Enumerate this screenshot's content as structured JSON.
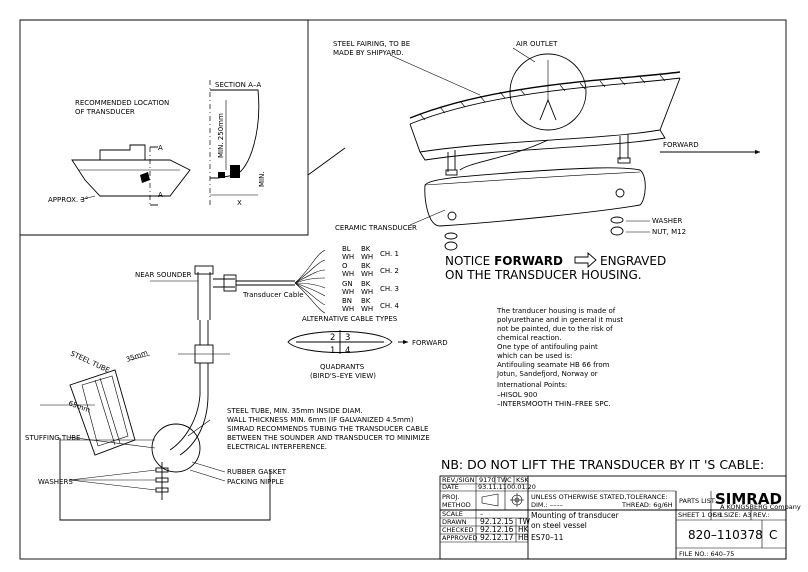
{
  "labels": {
    "steel_fairing": [
      "STEEL FAIRING, TO BE",
      "MADE BY SHIPYARD."
    ],
    "air_outlet": "AIR OUTLET",
    "section": "SECTION A–A",
    "recommended": [
      "RECOMMENDED LOCATION",
      "OF TRANSDUCER"
    ],
    "approx": "APPROX. 3°",
    "marker_a": "A",
    "dim_250": "MIN. 250mm",
    "dim_min": "MIN.",
    "dim_x": "X",
    "forward": "FORWARD",
    "ceramic": "CERAMIC TRANSDUCER",
    "washer": "WASHER",
    "nut": "NUT, M12",
    "notice_a": "NOTICE",
    "notice_b": "FORWARD",
    "notice_c": "ENGRAVED",
    "notice_line2": "ON THE TRANSDUCER HOUSING.",
    "near_sounder": "NEAR SOUNDER",
    "transducer_cable": "Transducer Cable",
    "alt_cable_types": "ALTERNATIVE CABLE TYPES",
    "quadrants": [
      "QUADRANTS",
      "(BIRD'S–EYE VIEW)"
    ],
    "forward2": "FORWARD",
    "steel_tube": "STEEL TUBE",
    "dim_35": "35mm",
    "dim_65": "65mm",
    "stuffing_tube": "STUFFING TUBE",
    "washers": "WASHERS",
    "steel_note": [
      "STEEL TUBE, MIN. 35mm INSIDE DIAM.",
      "WALL THICKNESS MIN. 6mm (IF GALVANIZED 4.5mm)",
      "SIMRAD RECOMMENDS TUBING THE TRANSDUCER CABLE",
      "BETWEEN THE SOUNDER AND TRANSDUCER TO MINIMIZE",
      "ELECTRICAL INTERFERENCE."
    ],
    "rubber": [
      "RUBBER GASKET",
      "PACKING NIPPLE"
    ],
    "housing_note": [
      "The tranducer housing is made of",
      "polyurethane and in general it must",
      "not be painted, due to the risk of",
      "chemical reaction.",
      "One type of antifouling paint",
      "which can be used is:",
      "Antifouling seamate HB 66 from",
      "Jotun, Sandefjord, Norway  or"
    ],
    "intl_points": [
      "International Points:",
      "–HISOL 900",
      "–INTERSMOOTH THIN–FREE SPC."
    ],
    "nb": "NB: DO NOT LIFT THE TRANSDUCER BY IT 'S CABLE:"
  },
  "cable_channels": [
    {
      "a": "BL",
      "b": "BK",
      "c": "WH",
      "d": "WH",
      "ch": "CH. 1"
    },
    {
      "a": "O",
      "b": "BK",
      "c": "WH",
      "d": "WH",
      "ch": "CH. 2"
    },
    {
      "a": "GN",
      "b": "BK",
      "c": "WH",
      "d": "WH",
      "ch": "CH. 3"
    },
    {
      "a": "BN",
      "b": "BK",
      "c": "WH",
      "d": "WH",
      "ch": "CH. 4"
    }
  ],
  "quadrant_numbers": [
    "2",
    "3",
    "1",
    "4"
  ],
  "title_block": {
    "rev_sign": "REV./SIGN",
    "rev_sign_1": "9170",
    "rev_sign_2": "TW",
    "rev_sign_3": "C",
    "rev_sign_4": "KSK",
    "date": "DATE",
    "date_1": "93.11.11",
    "date_2": "00.01.20",
    "proj_method": [
      "PROJ.",
      "METHOD"
    ],
    "unless": "UNLESS OTHERWISE STATED,TOLERANCE:",
    "dim_label": "DIM.: ––––",
    "thread": "THREAD: 6g/6H",
    "parts_list": "PARTS LIST:",
    "company": "SIMRAD",
    "company_sub": "A KONGSBERG Company",
    "scale": "SCALE",
    "scale_val": "–",
    "title": [
      "Mounting of transducer",
      "on steel vessel"
    ],
    "sheet": "SHEET 1  OF  1",
    "sh_size": "SH.SIZE: A3",
    "rev": "REV.:",
    "drawing_no": "820–110378",
    "rev_val": "C",
    "drawn": "DRAWN",
    "drawn_date": "92.12.15",
    "drawn_by": "TW",
    "checked": "CHECKED",
    "checked_date": "92.12.16",
    "checked_by": "HK",
    "approved": "APPROVED",
    "approved_date": "92.12.17",
    "approved_by": "HB",
    "product": "ES70–11",
    "file_no": "FILE NO.: 640–75"
  }
}
